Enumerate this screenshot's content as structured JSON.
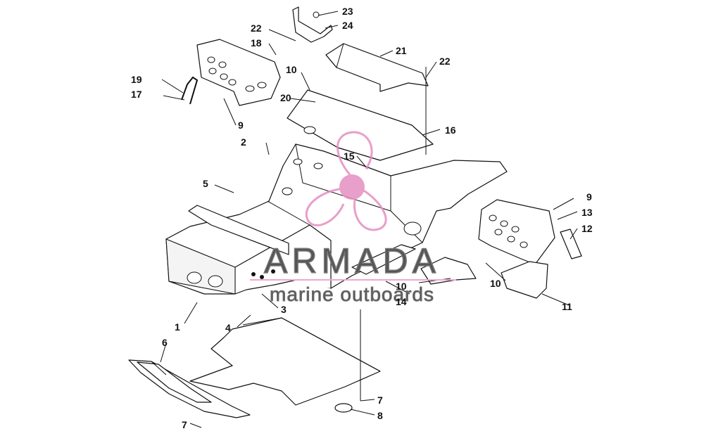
{
  "watermark": {
    "brand": "ARMADA",
    "tagline": "marine outboards",
    "brand_color": "#777777",
    "logo_color": "#e58fc0",
    "line_color": "#f2a6d2"
  },
  "callouts": [
    {
      "id": "c1",
      "label": "1"
    },
    {
      "id": "c2",
      "label": "2"
    },
    {
      "id": "c3",
      "label": "3"
    },
    {
      "id": "c4",
      "label": "4"
    },
    {
      "id": "c5",
      "label": "5"
    },
    {
      "id": "c6",
      "label": "6"
    },
    {
      "id": "c7a",
      "label": "7"
    },
    {
      "id": "c7b",
      "label": "7"
    },
    {
      "id": "c8",
      "label": "8"
    },
    {
      "id": "c9a",
      "label": "9"
    },
    {
      "id": "c9b",
      "label": "9"
    },
    {
      "id": "c10a",
      "label": "10"
    },
    {
      "id": "c10b",
      "label": "10"
    },
    {
      "id": "c10c",
      "label": "10"
    },
    {
      "id": "c11",
      "label": "11"
    },
    {
      "id": "c12",
      "label": "12"
    },
    {
      "id": "c13",
      "label": "13"
    },
    {
      "id": "c14",
      "label": "14"
    },
    {
      "id": "c15",
      "label": "15"
    },
    {
      "id": "c16",
      "label": "16"
    },
    {
      "id": "c17",
      "label": "17"
    },
    {
      "id": "c18",
      "label": "18"
    },
    {
      "id": "c19",
      "label": "19"
    },
    {
      "id": "c20",
      "label": "20"
    },
    {
      "id": "c21",
      "label": "21"
    },
    {
      "id": "c22a",
      "label": "22"
    },
    {
      "id": "c22b",
      "label": "22"
    },
    {
      "id": "c23",
      "label": "23"
    },
    {
      "id": "c24",
      "label": "24"
    }
  ]
}
